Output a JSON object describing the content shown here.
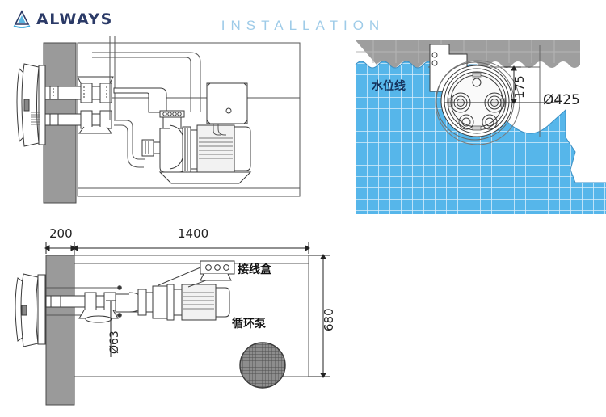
{
  "brand": {
    "name": "ALWAYS",
    "logo_icon": "triangle-logo-icon"
  },
  "header": {
    "title": "INSTALLATION"
  },
  "colors": {
    "title_blue": "#9ecbe8",
    "brand_navy": "#2b3a67",
    "brand_cyan": "#3fa9dc",
    "tile_blue": "#56b6ea",
    "tile_grout": "#cfe8f7",
    "wall_gray": "#9a9a9a",
    "coping_gray": "#9e9e9e",
    "line_dark": "#2b2b2b",
    "line_light": "#6e6e6e"
  },
  "views": {
    "top_left": {
      "name": "side-section-view",
      "caption": ""
    },
    "top_right": {
      "name": "pool-wall-front-view",
      "labels": {
        "water_line": "水位线",
        "height_dim": "175",
        "diameter_dim": "Ø425"
      }
    },
    "bottom": {
      "name": "plan-top-view",
      "labels": {
        "wall_thickness": "200",
        "length": "1400",
        "depth": "680",
        "pipe_diameter": "Ø63",
        "junction_box": "接线盒",
        "circulation_pump": "循环泵"
      }
    }
  }
}
